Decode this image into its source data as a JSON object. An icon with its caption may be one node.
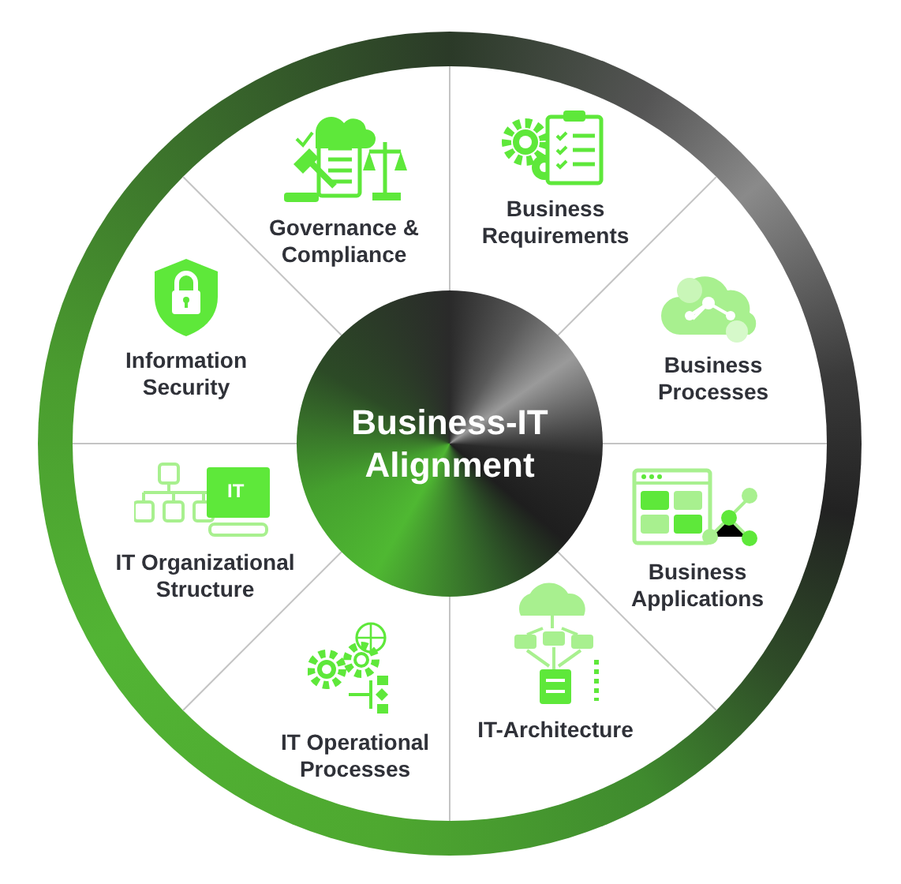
{
  "diagram": {
    "nodes": [
      {
        "text": [
          "Business-IT Alignment"
        ]
      },
      {
        "text": [
          "Governance & Compliance"
        ]
      },
      {
        "text": [
          "Business Requirements"
        ]
      },
      {
        "text": [
          "Business Processes"
        ]
      },
      {
        "text": [
          "Business Applications"
        ]
      },
      {
        "text": [
          "IT-Architecture"
        ]
      },
      {
        "text": [
          "IT Operational Processes"
        ]
      },
      {
        "text": [
          "IT Organizational Structure"
        ]
      },
      {
        "text": [
          "Information Security"
        ]
      }
    ],
    "labels": [
      "IT"
    ]
  }
}
